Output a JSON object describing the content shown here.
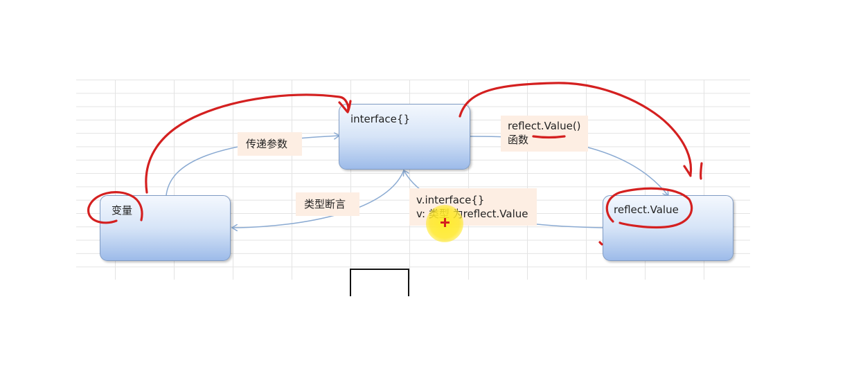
{
  "nodes": {
    "variable": {
      "label": "变量"
    },
    "interface": {
      "label": "interface{}"
    },
    "reflect_value": {
      "label": "reflect.Value"
    }
  },
  "edges": {
    "pass_params": {
      "label": "传递参数"
    },
    "type_assertion": {
      "label": "类型断言"
    },
    "reflect_value_func": {
      "line1": "reflect.Value()",
      "line2": "函数"
    },
    "v_interface": {
      "line1": "v.interface{}",
      "line2": "v: 类型 为reflect.Value"
    }
  },
  "colors": {
    "node_fill_top": "#f4f8fe",
    "node_fill_bottom": "#9dbbe9",
    "node_border": "#7f9bc4",
    "edge_line": "#8aaad2",
    "label_bg": "#fdeee3",
    "annotation_red": "#d42020",
    "pointer_highlight": "#ffe828"
  }
}
